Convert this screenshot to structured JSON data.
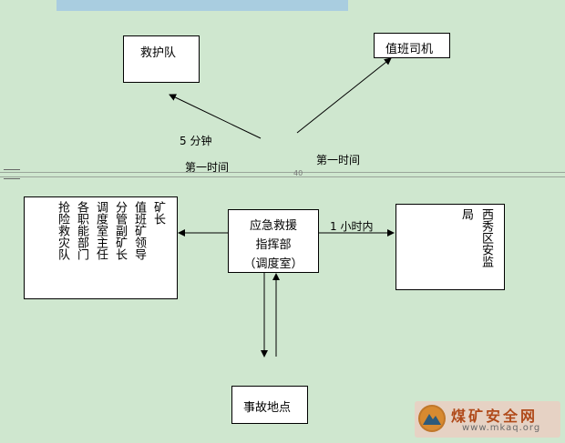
{
  "diagram": {
    "top": {
      "rescue_team": "救护队",
      "duty_driver": "值班司机",
      "time_left": "5 分钟",
      "first_time_left": "第一时间",
      "first_time_right": "第一时间"
    },
    "center": {
      "line1": "应急救援",
      "line2": "指挥部",
      "line3": "（调度室）"
    },
    "left_box": {
      "columns": [
        "抢险救灾队",
        "各职能部门",
        "调度室主任",
        "分管副矿长",
        "值班矿领导",
        "矿长"
      ]
    },
    "right_box": {
      "col1": "局",
      "col2": "西秀区安监"
    },
    "one_hour": "1 小时内",
    "accident_site": "事故地点"
  },
  "watermark": {
    "title": "煤矿安全网",
    "url": "www.mkaq.org"
  },
  "page_break_mark": "40"
}
